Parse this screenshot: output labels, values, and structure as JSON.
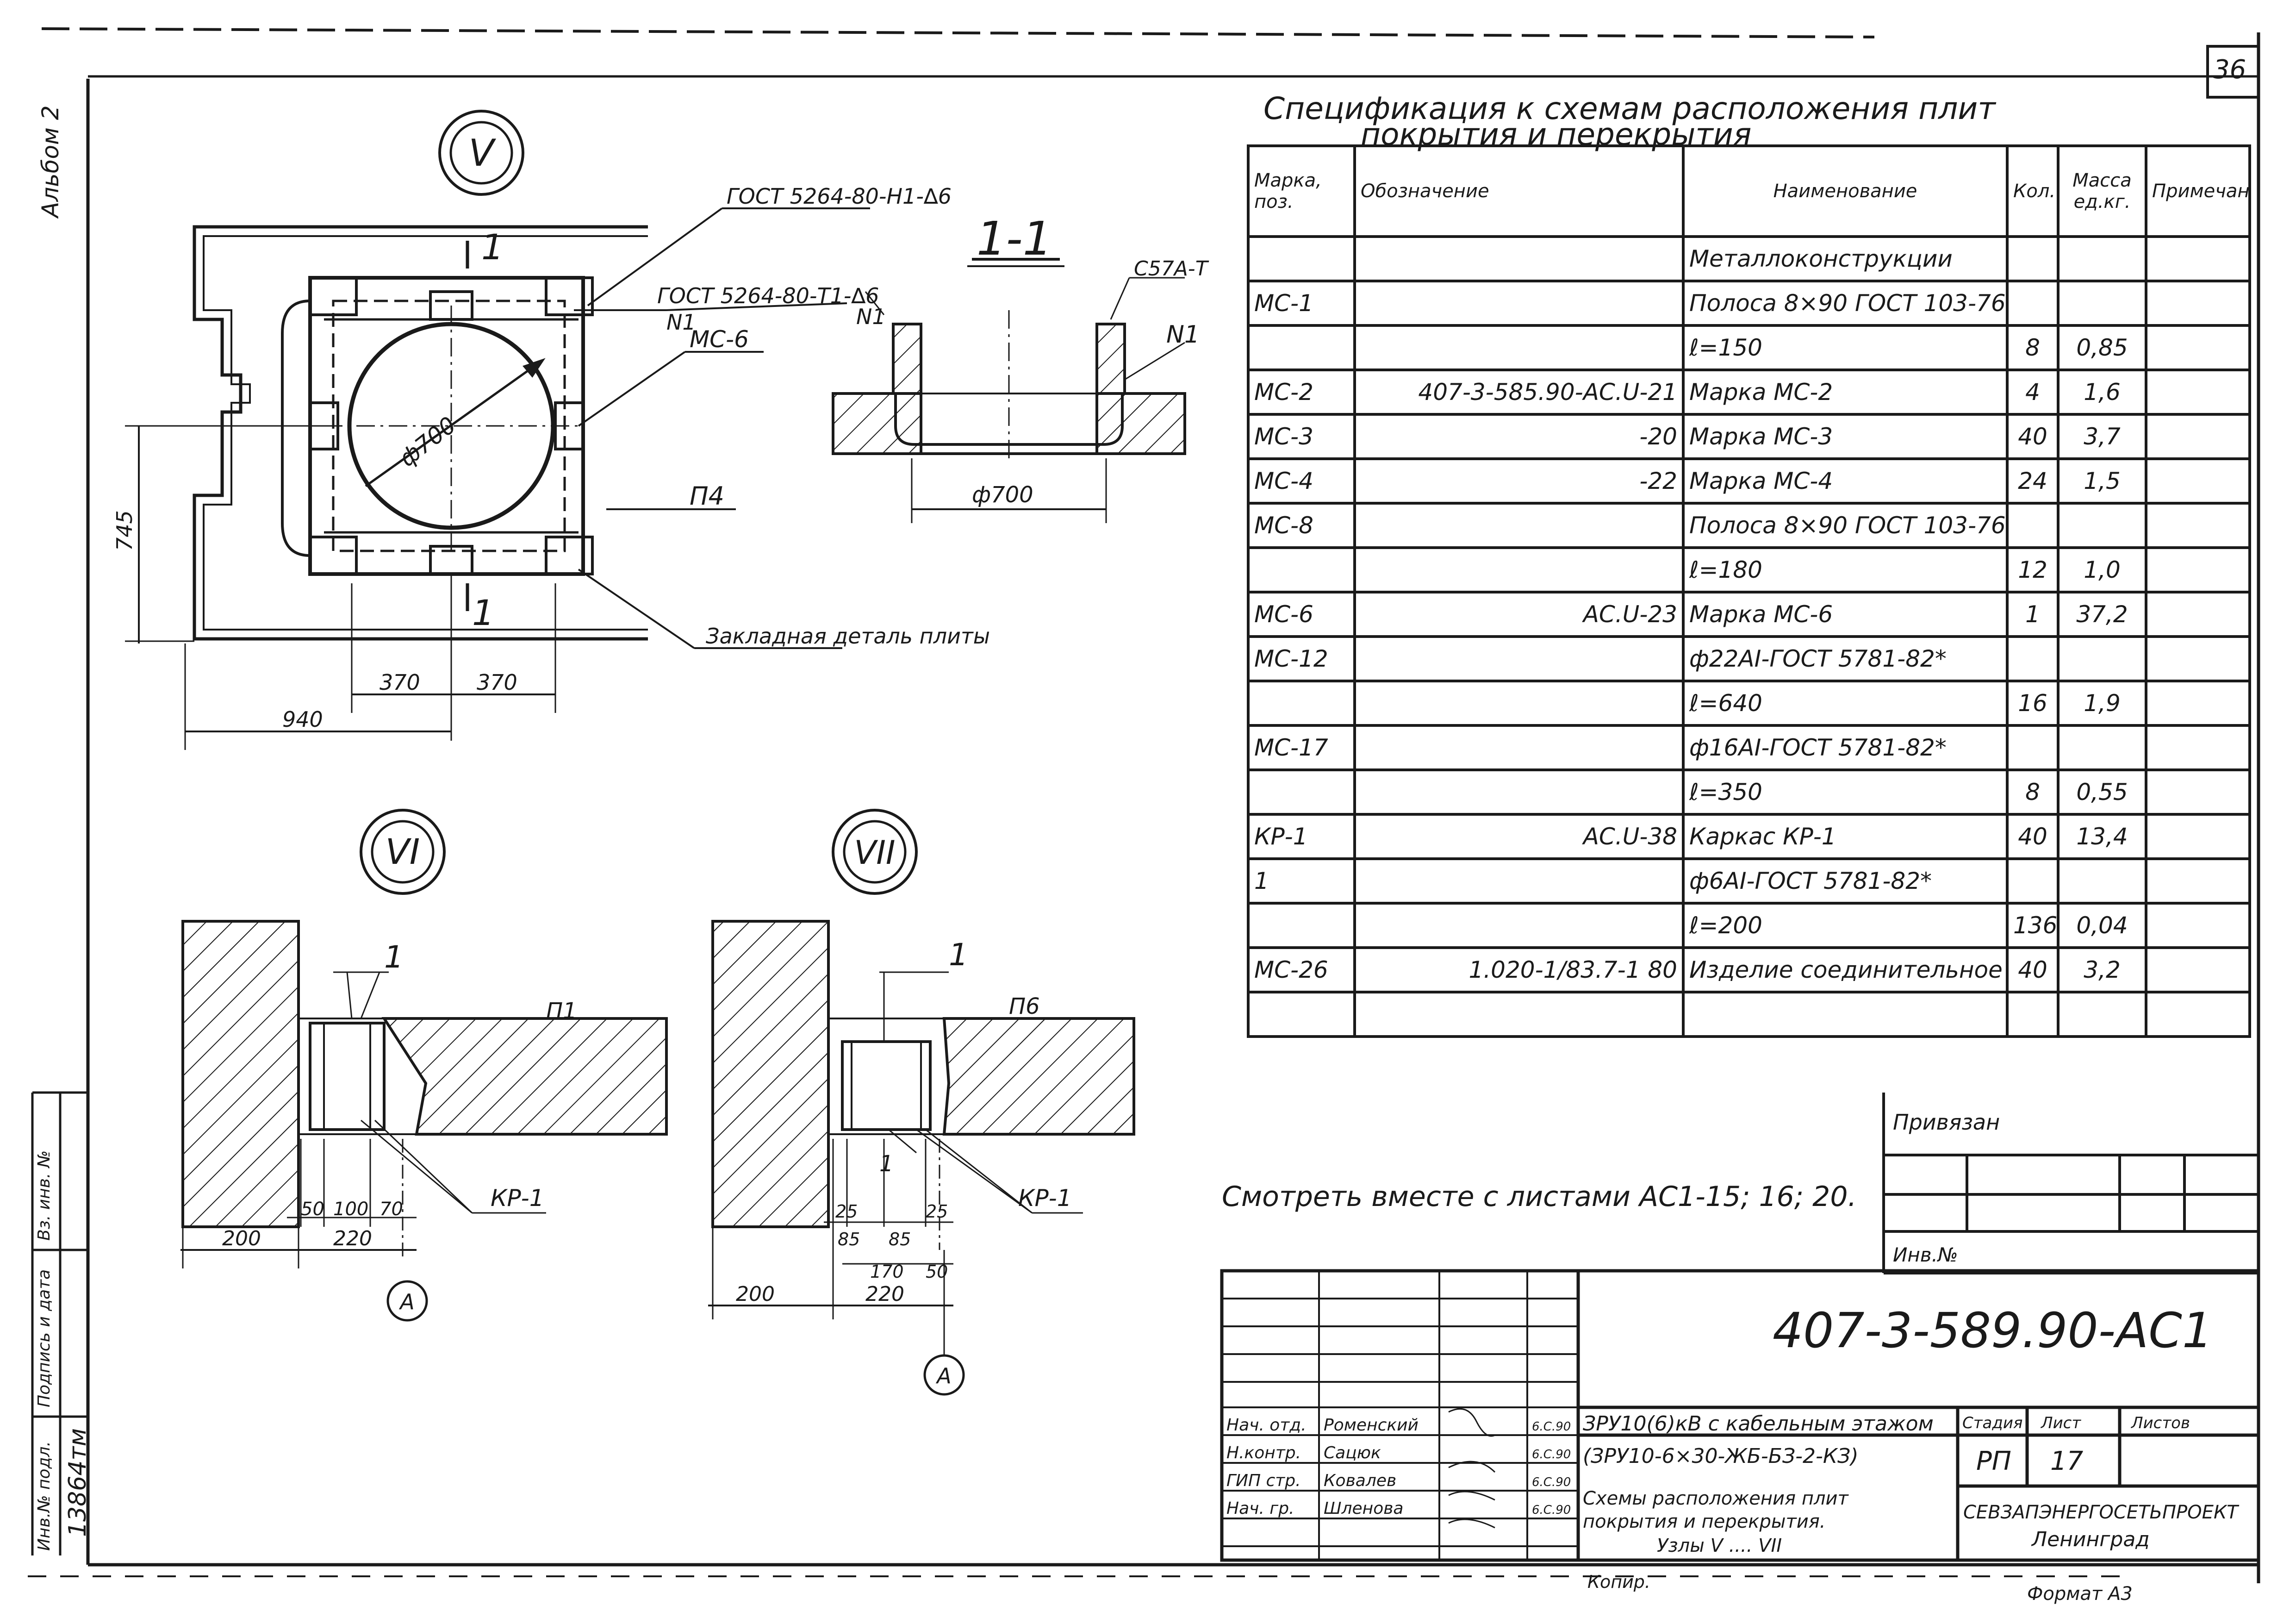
{
  "sheet_number": "36",
  "album_label": "Альбом 2",
  "left_stamp": {
    "inv_label": "Инв.№ подл.",
    "sign_label": "Подпись и дата",
    "replace_label": "Вз. инв. №",
    "inv_value": "13864тм"
  },
  "spec": {
    "title_line1": "Спецификация к схемам расположения плит",
    "title_line2": "покрытия и перекрытия",
    "headers": [
      "Марка, поз.",
      "Обозначение",
      "Наименование",
      "Кол.",
      "Масса ед.кг.",
      "Примечание"
    ],
    "rows": [
      {
        "mark": "",
        "designation": "",
        "name": "Металлоконструкции",
        "qty": "",
        "mass": "",
        "note": ""
      },
      {
        "mark": "МС-1",
        "designation": "",
        "name": "Полоса 8×90 ГОСТ 103-76*",
        "qty": "",
        "mass": "",
        "note": ""
      },
      {
        "mark": "",
        "designation": "",
        "name": "ℓ=150",
        "qty": "8",
        "mass": "0,85",
        "note": ""
      },
      {
        "mark": "МС-2",
        "designation": "407-3-585.90-АС.U-21",
        "name": "Марка МС-2",
        "qty": "4",
        "mass": "1,6",
        "note": ""
      },
      {
        "mark": "МС-3",
        "designation": "-20",
        "name": "Марка МС-3",
        "qty": "40",
        "mass": "3,7",
        "note": ""
      },
      {
        "mark": "МС-4",
        "designation": "-22",
        "name": "Марка МС-4",
        "qty": "24",
        "mass": "1,5",
        "note": ""
      },
      {
        "mark": "МС-8",
        "designation": "",
        "name": "Полоса 8×90 ГОСТ 103-76*",
        "qty": "",
        "mass": "",
        "note": ""
      },
      {
        "mark": "",
        "designation": "",
        "name": "ℓ=180",
        "qty": "12",
        "mass": "1,0",
        "note": ""
      },
      {
        "mark": "МС-6",
        "designation": "АС.U-23",
        "name": "Марка МС-6",
        "qty": "1",
        "mass": "37,2",
        "note": ""
      },
      {
        "mark": "МС-12",
        "designation": "",
        "name": "ф22АI-ГОСТ 5781-82*",
        "qty": "",
        "mass": "",
        "note": ""
      },
      {
        "mark": "",
        "designation": "",
        "name": "ℓ=640",
        "qty": "16",
        "mass": "1,9",
        "note": ""
      },
      {
        "mark": "МС-17",
        "designation": "",
        "name": "ф16АI-ГОСТ 5781-82*",
        "qty": "",
        "mass": "",
        "note": ""
      },
      {
        "mark": "",
        "designation": "",
        "name": "ℓ=350",
        "qty": "8",
        "mass": "0,55",
        "note": ""
      },
      {
        "mark": "КР-1",
        "designation": "АС.U-38",
        "name": "Каркас КР-1",
        "qty": "40",
        "mass": "13,4",
        "note": ""
      },
      {
        "mark": "1",
        "designation": "",
        "name": "ф6АI-ГОСТ 5781-82*",
        "qty": "",
        "mass": "",
        "note": ""
      },
      {
        "mark": "",
        "designation": "",
        "name": "ℓ=200",
        "qty": "136",
        "mass": "0,04",
        "note": ""
      },
      {
        "mark": "МС-26",
        "designation": "1.020-1/83.7-1   80",
        "name": "Изделие соединительное",
        "qty": "40",
        "mass": "3,2",
        "note": ""
      },
      {
        "mark": "",
        "designation": "",
        "name": "",
        "qty": "",
        "mass": "",
        "note": ""
      }
    ]
  },
  "see_also": "Смотреть вместе с листами АС1-15; 16; 20.",
  "node_v": {
    "label": "V",
    "gost_top": "ГОСТ 5264-80-Н1-∆6",
    "gost_mid": "ГОСТ 5264-80-Т1-∆6",
    "n1": "N1",
    "mc6": "МС-6",
    "p4": "П4",
    "diameter": "ф700",
    "cut_mark": "1",
    "dim_745": "745",
    "dim_370a": "370",
    "dim_370b": "370",
    "dim_940": "940",
    "embedded": "Закладная деталь плиты"
  },
  "section_1_1": {
    "title": "1-1",
    "c57": "С57А-Т",
    "n1": "N1",
    "n1_left": "N1",
    "diameter": "ф700"
  },
  "node_vi": {
    "label": "VI",
    "callout": "1",
    "slab": "П1",
    "kr": "КР-1",
    "dim_50": "50",
    "dim_100": "100",
    "dim_70": "70",
    "dim_200": "200",
    "dim_220": "220",
    "axis": "А"
  },
  "node_vii": {
    "label": "VII",
    "callout": "1",
    "callout2": "1",
    "slab": "П6",
    "kr": "КР-1",
    "dim_25a": "25",
    "dim_25b": "25",
    "dim_85a": "85",
    "dim_85b": "85",
    "dim_170": "170",
    "dim_50": "50",
    "dim_200": "200",
    "dim_220": "220",
    "axis": "А"
  },
  "binding": {
    "label": "Привязан",
    "inv": "Инв.№"
  },
  "title_block": {
    "code": "407-3-589.90-АС1",
    "people": [
      {
        "role": "Нач. отд.",
        "name": "Роменский",
        "date": "6.С.90"
      },
      {
        "role": "Н.контр.",
        "name": "Сацюк",
        "date": "6.С.90"
      },
      {
        "role": "ГИП стр.",
        "name": "Ковалев",
        "date": "6.С.90"
      },
      {
        "role": "Нач. гр.",
        "name": "Шленова",
        "date": "6.С.90"
      }
    ],
    "object_line1": "ЗРУ10(6)кВ с кабельным этажом",
    "object_line2": "(ЗРУ10-6×30-ЖБ-БЗ-2-КЗ)",
    "sheet_title_line1": "Схемы расположения плит",
    "sheet_title_line2": "покрытия и перекрытия.",
    "sheet_title_line3": "Узлы V .... VII",
    "stage_label": "Стадия",
    "sheet_label": "Лист",
    "sheets_label": "Листов",
    "stage": "РП",
    "sheet": "17",
    "sheets": "",
    "org_line1": "СЕВЗАПЭНЕРГОСЕТЬПРОЕКТ",
    "org_line2": "Ленинград"
  },
  "footer": {
    "copied": "Копир.",
    "format": "Формат А3"
  }
}
